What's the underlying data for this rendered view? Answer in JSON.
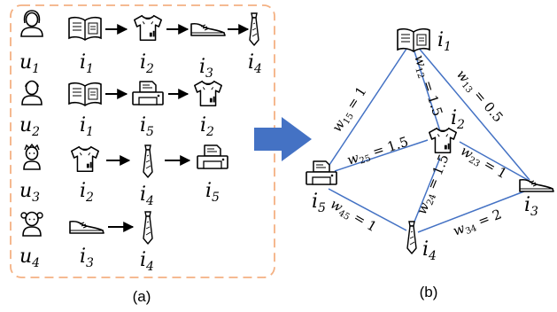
{
  "panel_a": {
    "caption": "(a)",
    "frame_color": "#F4B183",
    "rows": [
      {
        "user": "u",
        "user_sub": "1",
        "items": [
          {
            "base": "i",
            "sub": "1",
            "icon": "book-icon"
          },
          {
            "base": "i",
            "sub": "2",
            "icon": "tshirt-icon"
          },
          {
            "base": "i",
            "sub": "3",
            "icon": "shoe-icon"
          },
          {
            "base": "i",
            "sub": "4",
            "icon": "tie-icon"
          }
        ]
      },
      {
        "user": "u",
        "user_sub": "2",
        "items": [
          {
            "base": "i",
            "sub": "1",
            "icon": "book-icon"
          },
          {
            "base": "i",
            "sub": "5",
            "icon": "printer-icon"
          },
          {
            "base": "i",
            "sub": "2",
            "icon": "tshirt-icon"
          }
        ]
      },
      {
        "user": "u",
        "user_sub": "3",
        "items": [
          {
            "base": "i",
            "sub": "2",
            "icon": "tshirt-icon"
          },
          {
            "base": "i",
            "sub": "4",
            "icon": "tie-icon"
          },
          {
            "base": "i",
            "sub": "5",
            "icon": "printer-icon"
          }
        ]
      },
      {
        "user": "u",
        "user_sub": "4",
        "items": [
          {
            "base": "i",
            "sub": "3",
            "icon": "shoe-icon"
          },
          {
            "base": "i",
            "sub": "4",
            "icon": "tie-icon"
          }
        ]
      }
    ]
  },
  "panel_b": {
    "caption": "(b)",
    "arrow_color": "#4472C4",
    "edge_color": "#4472C4",
    "nodes": [
      {
        "id": "i1",
        "base": "i",
        "sub": "1",
        "icon": "book-icon"
      },
      {
        "id": "i2",
        "base": "i",
        "sub": "2",
        "icon": "tshirt-icon"
      },
      {
        "id": "i3",
        "base": "i",
        "sub": "3",
        "icon": "shoe-icon"
      },
      {
        "id": "i4",
        "base": "i",
        "sub": "4",
        "icon": "tie-icon"
      },
      {
        "id": "i5",
        "base": "i",
        "sub": "5",
        "icon": "printer-icon"
      }
    ],
    "edges": [
      {
        "from": "i1",
        "to": "i5",
        "w": "w",
        "sub": "15",
        "value": "1"
      },
      {
        "from": "i1",
        "to": "i2",
        "w": "w",
        "sub": "12",
        "value": "1.5"
      },
      {
        "from": "i1",
        "to": "i3",
        "w": "w",
        "sub": "13",
        "value": "0.5"
      },
      {
        "from": "i5",
        "to": "i2",
        "w": "w",
        "sub": "25",
        "value": "1.5"
      },
      {
        "from": "i2",
        "to": "i3",
        "w": "w",
        "sub": "23",
        "value": "1"
      },
      {
        "from": "i2",
        "to": "i4",
        "w": "w",
        "sub": "24",
        "value": "1.5"
      },
      {
        "from": "i5",
        "to": "i4",
        "w": "w",
        "sub": "45",
        "value": "1"
      },
      {
        "from": "i3",
        "to": "i4",
        "w": "w",
        "sub": "34",
        "value": "2"
      }
    ]
  }
}
